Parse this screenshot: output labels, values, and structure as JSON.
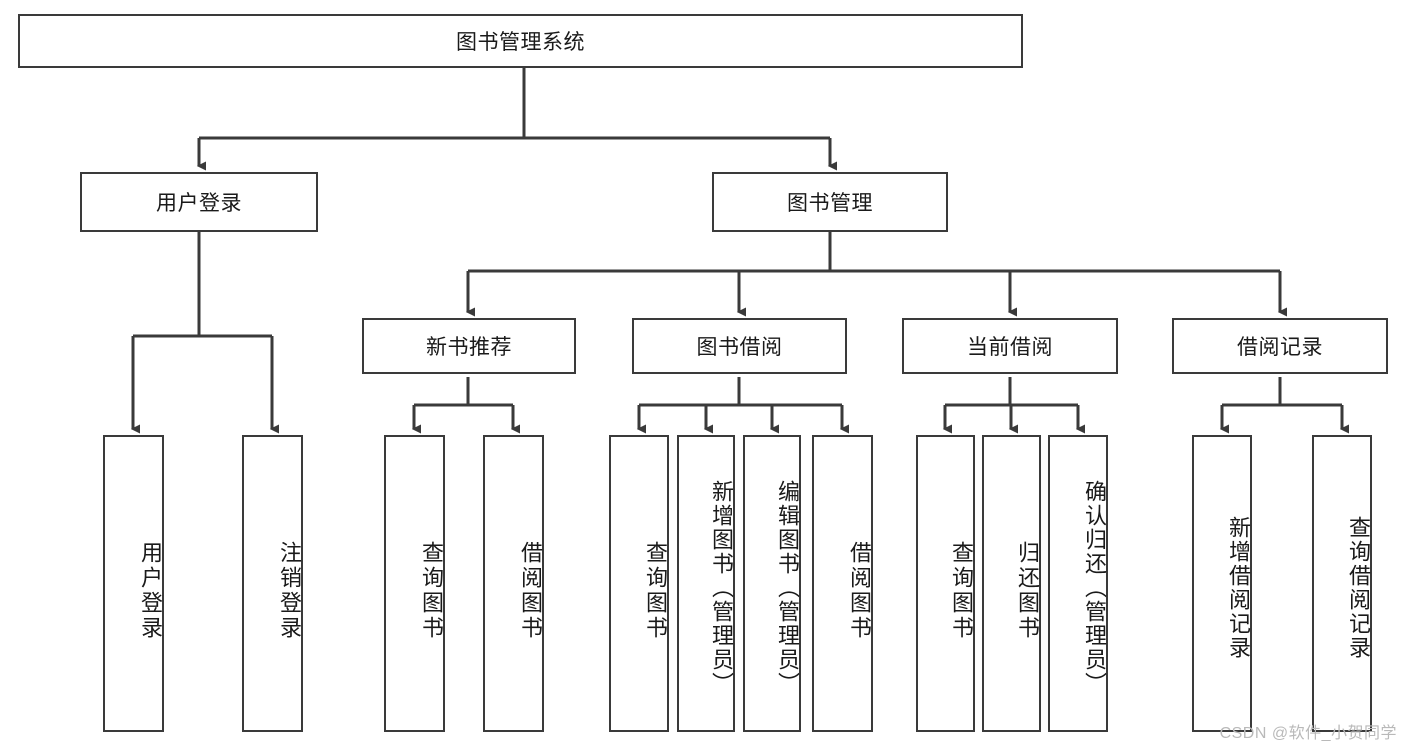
{
  "diagram": {
    "title": "图书管理系统",
    "watermark": "CSDN @软件_小贺同学",
    "colors": {
      "stroke": "#3a3a3a",
      "fill": "#ffffff",
      "text": "#1a1a1a",
      "watermark": "#b9b9b9"
    },
    "root": {
      "label": "图书管理系统"
    },
    "level1": [
      {
        "label": "用户登录"
      },
      {
        "label": "图书管理"
      }
    ],
    "level2": [
      {
        "label": "新书推荐"
      },
      {
        "label": "图书借阅"
      },
      {
        "label": "当前借阅"
      },
      {
        "label": "借阅记录"
      }
    ],
    "leaves": {
      "user_login": [
        {
          "label": "用户登录"
        },
        {
          "label": "注销登录"
        }
      ],
      "new_book": [
        {
          "label": "查询图书"
        },
        {
          "label": "借阅图书"
        }
      ],
      "book_borrow": [
        {
          "label": "查询图书"
        },
        {
          "label": "新增图书（管理员）"
        },
        {
          "label": "编辑图书（管理员）"
        },
        {
          "label": "借阅图书"
        }
      ],
      "current_borrow": [
        {
          "label": "查询图书"
        },
        {
          "label": "归还图书"
        },
        {
          "label": "确认归还（管理员）"
        }
      ],
      "borrow_record": [
        {
          "label": "新增借阅记录"
        },
        {
          "label": "查询借阅记录"
        }
      ]
    }
  }
}
